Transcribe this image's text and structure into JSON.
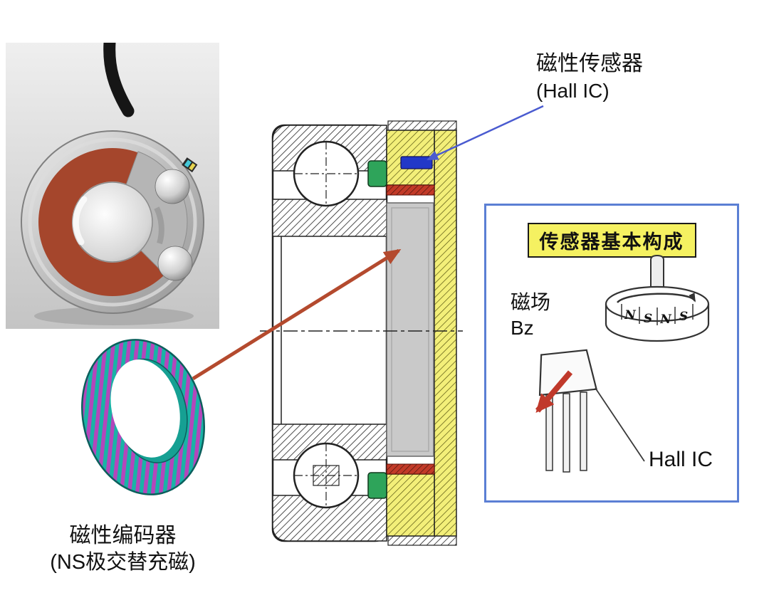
{
  "sensor_callout": {
    "line1": "磁性传感器",
    "line2": "(Hall IC)"
  },
  "info_box": {
    "title": "传感器基本构成",
    "field_label_line1": "磁场",
    "field_label_line2": "Bz",
    "hall_ic_label": "Hall IC",
    "magnet_poles": [
      "N",
      "S",
      "N",
      "S"
    ]
  },
  "encoder_callout": {
    "line1": "磁性编码器",
    "line2": "(NS极交替充磁)"
  },
  "colors": {
    "callout_arrow_blue": "#4a5bd0",
    "callout_arrow_red": "#b44a2e",
    "info_box_border": "#5b7fd4",
    "title_highlight": "#f5f161",
    "housing_yellow": "#f3ef79",
    "spacer_green": "#2ea45a",
    "hall_ic_blue": "#2238c8",
    "encoder_gray": "#c9c9c9",
    "encoder_teal": "#19b3a6",
    "encoder_magenta": "#b446bb",
    "seal_red": "#a5462c",
    "hall_arrow_red": "#c0392b"
  }
}
